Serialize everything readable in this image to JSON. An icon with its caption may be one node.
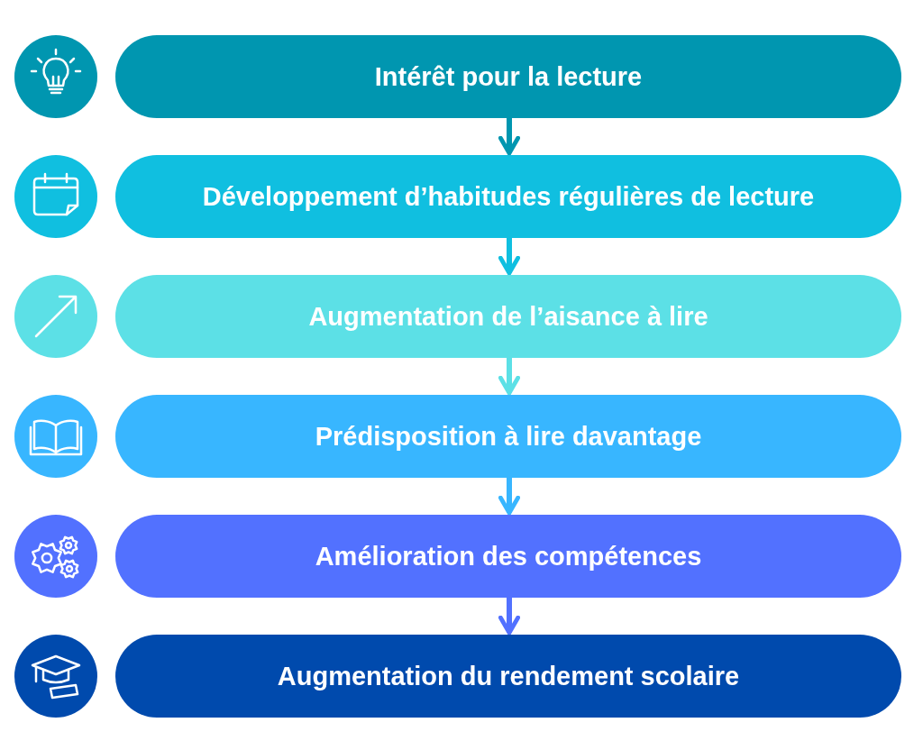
{
  "diagram": {
    "nodes": [
      {
        "text": [
          "Intérêt pour la lecture"
        ]
      },
      {
        "text": [
          "Développement d’habitudes régulières de lecture"
        ]
      },
      {
        "text": [
          "Augmentation de l’aisance à lire"
        ]
      },
      {
        "text": [
          "Prédisposition à lire davantage"
        ]
      },
      {
        "text": [
          "Amélioration des compétences"
        ]
      },
      {
        "text": [
          "Augmentation du rendement scolaire"
        ]
      }
    ],
    "edges": [
      {
        "from": 0,
        "to": 1,
        "arrow": "to",
        "color": "#0096b0"
      },
      {
        "from": 1,
        "to": 2,
        "arrow": "to",
        "color": "#10bfe0"
      },
      {
        "from": 2,
        "to": 3,
        "arrow": "to",
        "color": "#5ce0e6"
      },
      {
        "from": 3,
        "to": 4,
        "arrow": "to",
        "color": "#38b6ff"
      },
      {
        "from": 4,
        "to": 5,
        "arrow": "to",
        "color": "#5271ff"
      }
    ]
  }
}
